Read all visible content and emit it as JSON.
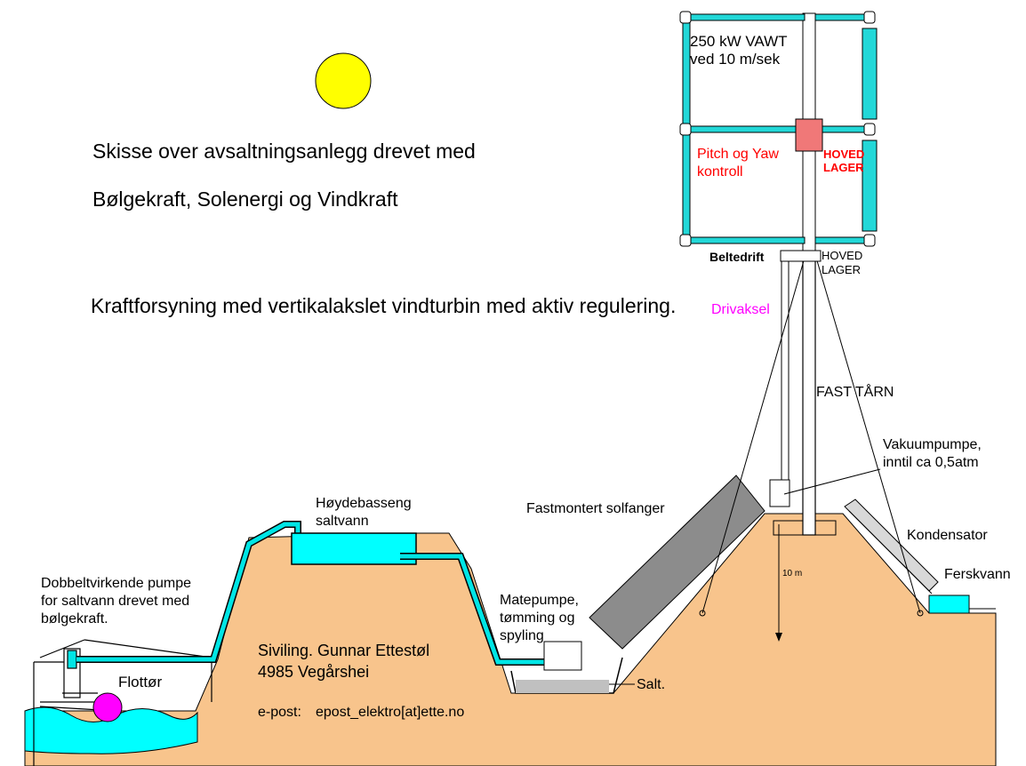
{
  "title_line_1": "Skisse over avsaltningsanlegg drevet med",
  "title_line_2": "Bølgekraft, Solenergi og Vindkraft",
  "subtitle": "Kraftforsyning med vertikalakslet vindturbin med aktiv regulering.",
  "turbin": {
    "rating_line_1": "250 kW  VAWT",
    "rating_line_2": "ved  10 m/sek",
    "pitch_line_1": "Pitch og Yaw",
    "pitch_line_2": "kontroll",
    "hoved_lager_top_1": "HOVED",
    "hoved_lager_top_2": "LAGER",
    "hoved_lager_bot_1": "HOVED",
    "hoved_lager_bot_2": "LAGER",
    "beltedrift": "Beltedrift",
    "drivaksel": "Drivaksel",
    "fast_taarn": "FAST TÅRN"
  },
  "labels": {
    "vakuum_line_1": "Vakuumpumpe,",
    "vakuum_line_2": "inntil ca 0,5atm",
    "solfanger": "Fastmontert solfanger",
    "kondensator": "Kondensator",
    "ferskvann": "Ferskvann",
    "hoyde_line_1": "Høydebasseng",
    "hoyde_line_2": "saltvann",
    "matepumpe_line_1": "Matepumpe,",
    "matepumpe_line_2": "tømming og",
    "matepumpe_line_3": "spyling",
    "salt": "Salt.",
    "height": "10 m",
    "pumpe_line_1": "Dobbeltvirkende pumpe",
    "pumpe_line_2": "for saltvann drevet med",
    "pumpe_line_3": "bølgekraft.",
    "flottor": "Flottør"
  },
  "author": {
    "name": "Siviling. Gunnar Ettestøl",
    "address": "4985 Vegårshei",
    "email_label": "e-post:",
    "email": "epost_elektro[at]ette.no"
  },
  "colors": {
    "ground": "#f8c48c",
    "water": "#00ffff",
    "pipe": "#00e5e5",
    "blade": "#22d8d8",
    "sun": "#ffff00",
    "solar_panel": "#8c8c8c",
    "pitch_box": "#f07878",
    "pitch_text": "#ff0000",
    "drivaksel_text": "#ff00ff",
    "flottor": "#ff00ff"
  }
}
